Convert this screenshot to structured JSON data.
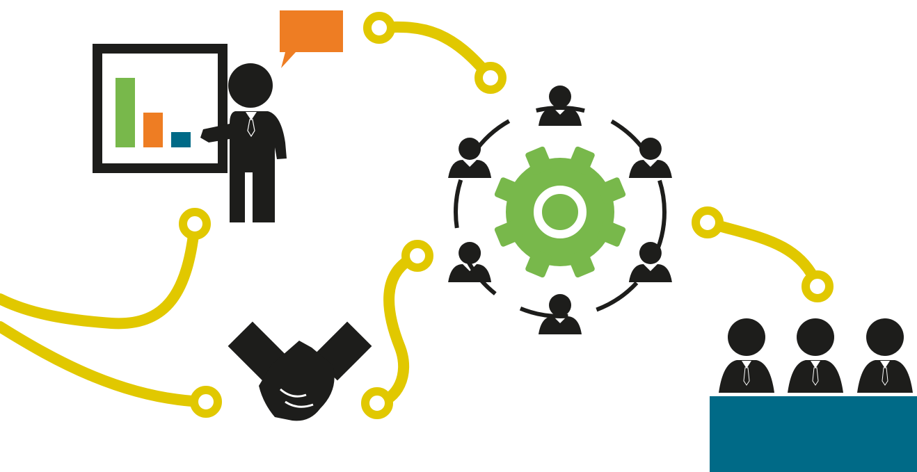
{
  "colors": {
    "background": "#ffffff",
    "dark": "#1d1d1b",
    "connector": "#e1c800",
    "accent_orange": "#ee7d23",
    "accent_green": "#78b84b",
    "accent_teal": "#006a87"
  },
  "icons": {
    "presenter": "presenter-at-board-icon",
    "speech": "speech-bubble-icon",
    "network": "team-network-icon",
    "gear": "gear-icon",
    "handshake": "handshake-icon",
    "panel": "panel-of-three-people-icon"
  },
  "board_bars": [
    {
      "color": "#78b84b",
      "level": 1.0
    },
    {
      "color": "#ee7d23",
      "level": 0.5
    },
    {
      "color": "#006a87",
      "level": 0.22
    }
  ]
}
